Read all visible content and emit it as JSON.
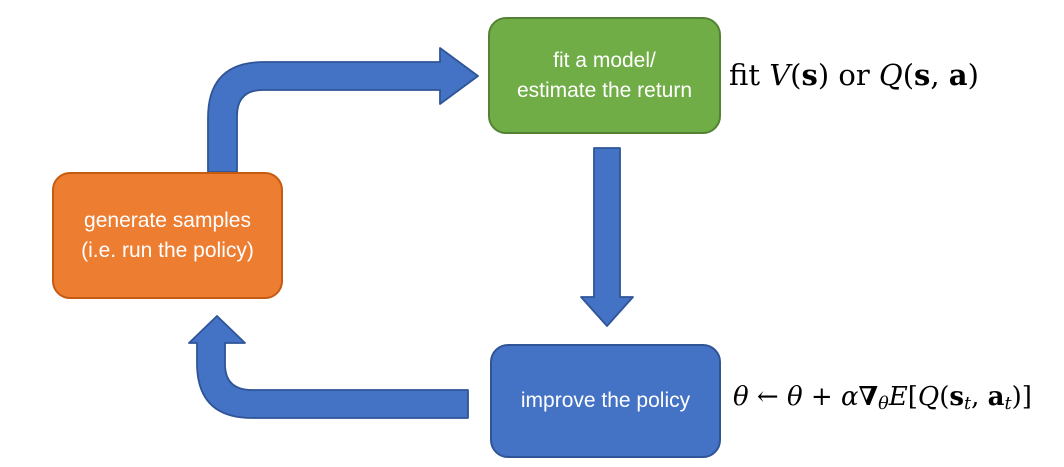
{
  "colors": {
    "background": "#FFFFFF",
    "green_fill": "#70AD47",
    "green_border": "#548235",
    "orange_fill": "#ED7D31",
    "orange_border": "#C55A11",
    "blue_fill": "#4472C4",
    "blue_border": "#2F5597",
    "arrow_fill": "#4472C4",
    "arrow_border": "#2F5597",
    "box_text": "#FFFFFF",
    "math_text": "#000000"
  },
  "boxes": {
    "fit_model": {
      "line1": "fit a model/",
      "line2": "estimate the return"
    },
    "generate_samples": {
      "line1": "generate samples",
      "line2": "(i.e. run the policy)"
    },
    "improve_policy": {
      "line1": "improve the policy"
    }
  },
  "annotations": {
    "fit_value": {
      "text": "fit V(s) or Q(s, a)",
      "parts": [
        {
          "t": "fit ",
          "style": "rm"
        },
        {
          "t": "V",
          "style": "it"
        },
        {
          "t": "(",
          "style": "rm"
        },
        {
          "t": "s",
          "style": "bf"
        },
        {
          "t": ") or ",
          "style": "rm"
        },
        {
          "t": "Q",
          "style": "it"
        },
        {
          "t": "(",
          "style": "rm"
        },
        {
          "t": "s",
          "style": "bf"
        },
        {
          "t": ", ",
          "style": "rm"
        },
        {
          "t": "a",
          "style": "bf"
        },
        {
          "t": ")",
          "style": "rm"
        }
      ]
    },
    "policy_update": {
      "text": "θ ← θ + α∇θE[Q(st, at)]",
      "parts": [
        {
          "t": "θ",
          "style": "it"
        },
        {
          "t": " ← ",
          "style": "rm"
        },
        {
          "t": "θ",
          "style": "it"
        },
        {
          "t": " + ",
          "style": "rm"
        },
        {
          "t": "α",
          "style": "it"
        },
        {
          "t": "∇",
          "style": "bf"
        },
        {
          "t": "θ",
          "style": "itsub"
        },
        {
          "t": "E",
          "style": "it"
        },
        {
          "t": "[",
          "style": "rm"
        },
        {
          "t": "Q",
          "style": "it"
        },
        {
          "t": "(",
          "style": "rm"
        },
        {
          "t": "s",
          "style": "bf"
        },
        {
          "t": "t",
          "style": "itsub"
        },
        {
          "t": ", ",
          "style": "rm"
        },
        {
          "t": "a",
          "style": "bf"
        },
        {
          "t": "t",
          "style": "itsub"
        },
        {
          "t": ")]",
          "style": "rm"
        }
      ]
    }
  }
}
